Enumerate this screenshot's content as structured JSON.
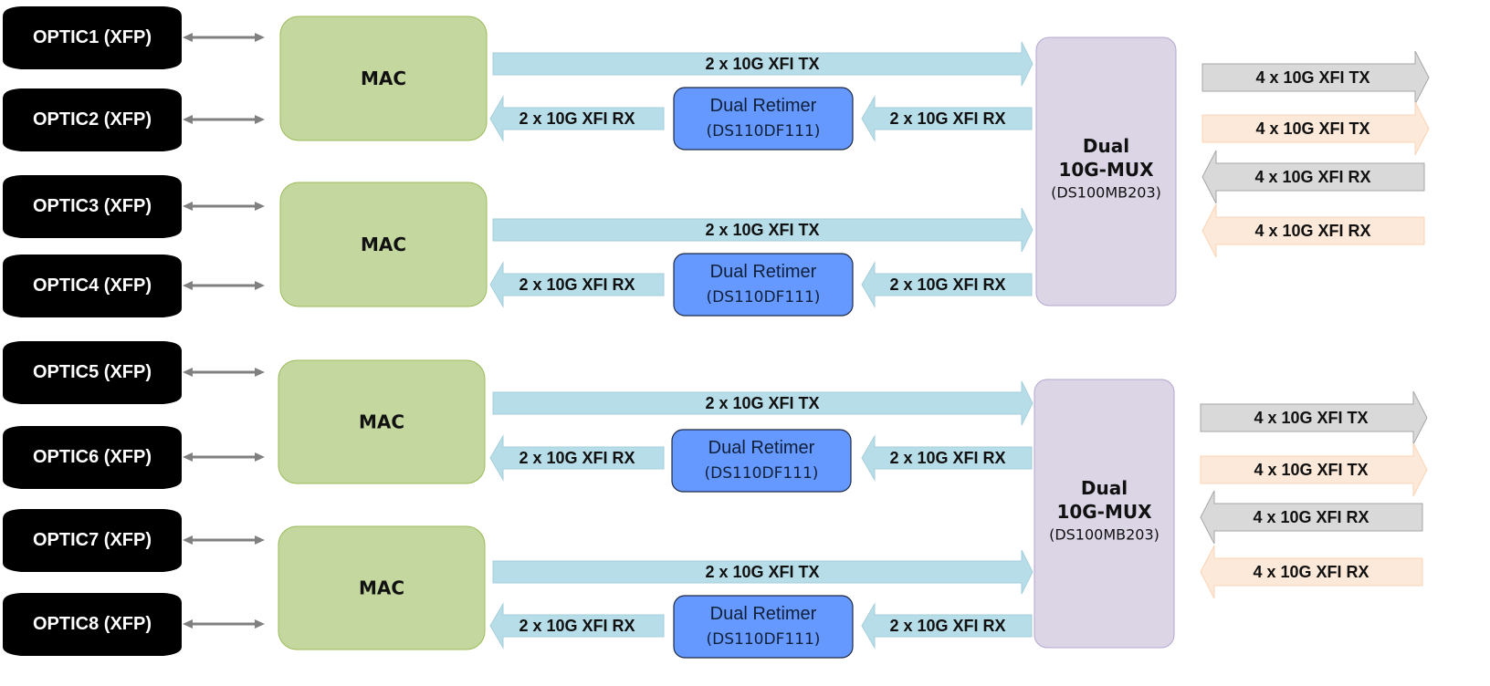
{
  "colors": {
    "optic_fill": "#000000",
    "optic_text": "#ffffff",
    "mac_fill": "#c4d79f",
    "mac_stroke": "#9bbb59",
    "xfi_link_fill": "#b7dde8",
    "xfi_link_stroke": "#a5cfdb",
    "retimer_fill": "#6699ff",
    "retimer_stroke": "#1f2a44",
    "mux_fill": "#dcd5e6",
    "mux_stroke": "#b4a7cf",
    "bidir_arrow": "#808080",
    "uplink_gray_fill": "#d9d9d9",
    "uplink_gray_stroke": "#a6a6a6",
    "uplink_peach_fill": "#fde9d9",
    "uplink_peach_stroke": "#fbd4b4"
  },
  "optics": [
    {
      "label": "OPTIC1 (XFP)"
    },
    {
      "label": "OPTIC2 (XFP)"
    },
    {
      "label": "OPTIC3 (XFP)"
    },
    {
      "label": "OPTIC4 (XFP)"
    },
    {
      "label": "OPTIC5 (XFP)"
    },
    {
      "label": "OPTIC6 (XFP)"
    },
    {
      "label": "OPTIC7 (XFP)"
    },
    {
      "label": "OPTIC8 (XFP)"
    }
  ],
  "macs": [
    {
      "label": "MAC"
    },
    {
      "label": "MAC"
    },
    {
      "label": "MAC"
    },
    {
      "label": "MAC"
    }
  ],
  "lanes": [
    {
      "tx_label": "2 x 10G XFI TX",
      "rx_mac_label": "2 x 10G XFI RX",
      "rx_mux_label": "2 x 10G XFI RX",
      "retimer_title": "Dual Retimer",
      "retimer_part": "(DS110DF111)"
    },
    {
      "tx_label": "2 x 10G XFI TX",
      "rx_mac_label": "2 x 10G XFI RX",
      "rx_mux_label": "2 x 10G XFI RX",
      "retimer_title": "Dual Retimer",
      "retimer_part": "(DS110DF111)"
    },
    {
      "tx_label": "2 x 10G XFI TX",
      "rx_mac_label": "2 x 10G XFI RX",
      "rx_mux_label": "2 x 10G XFI RX",
      "retimer_title": "Dual Retimer",
      "retimer_part": "(DS110DF111)"
    },
    {
      "tx_label": "2 x 10G XFI TX",
      "rx_mac_label": "2 x 10G XFI RX",
      "rx_mux_label": "2 x 10G XFI RX",
      "retimer_title": "Dual Retimer",
      "retimer_part": "(DS110DF111)"
    }
  ],
  "muxes": [
    {
      "line1": "Dual",
      "line2": "10G-MUX",
      "part": "(DS100MB203)",
      "uplinks": [
        {
          "label": "4 x 10G XFI TX",
          "direction": "right",
          "color": "gray"
        },
        {
          "label": "4 x 10G XFI TX",
          "direction": "right",
          "color": "peach"
        },
        {
          "label": "4 x 10G XFI RX",
          "direction": "left",
          "color": "gray"
        },
        {
          "label": "4 x 10G XFI RX",
          "direction": "left",
          "color": "peach"
        }
      ]
    },
    {
      "line1": "Dual",
      "line2": "10G-MUX",
      "part": "(DS100MB203)",
      "uplinks": [
        {
          "label": "4 x 10G XFI TX",
          "direction": "right",
          "color": "gray"
        },
        {
          "label": "4 x 10G XFI TX",
          "direction": "right",
          "color": "peach"
        },
        {
          "label": "4 x 10G XFI RX",
          "direction": "left",
          "color": "gray"
        },
        {
          "label": "4 x 10G XFI RX",
          "direction": "left",
          "color": "peach"
        }
      ]
    }
  ]
}
